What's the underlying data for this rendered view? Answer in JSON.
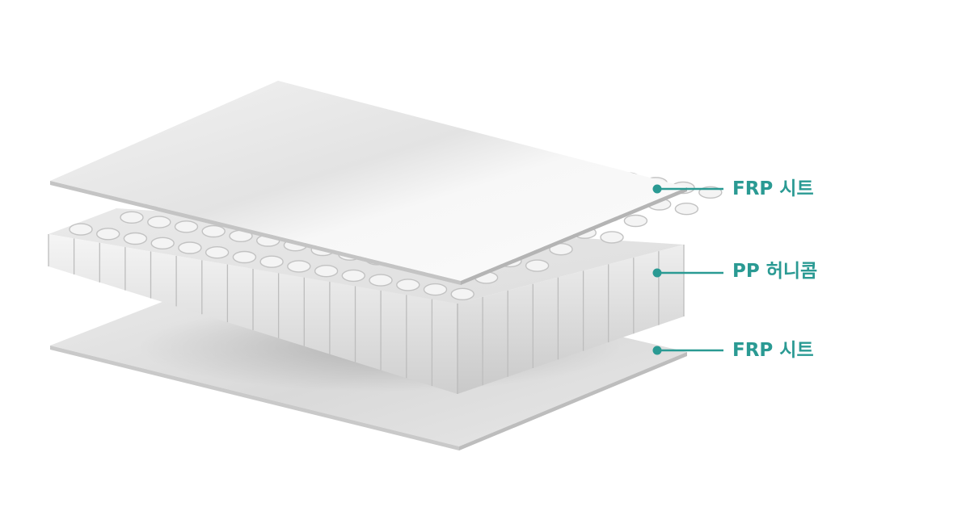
{
  "labels": {
    "top_sheet": "FRP 시트",
    "core": "PP 허니콤",
    "bottom_sheet": "FRP 시트"
  },
  "colors": {
    "accent": "#2a9a93",
    "sheet": "#e6e6e6",
    "core": "#dcdcdc"
  }
}
